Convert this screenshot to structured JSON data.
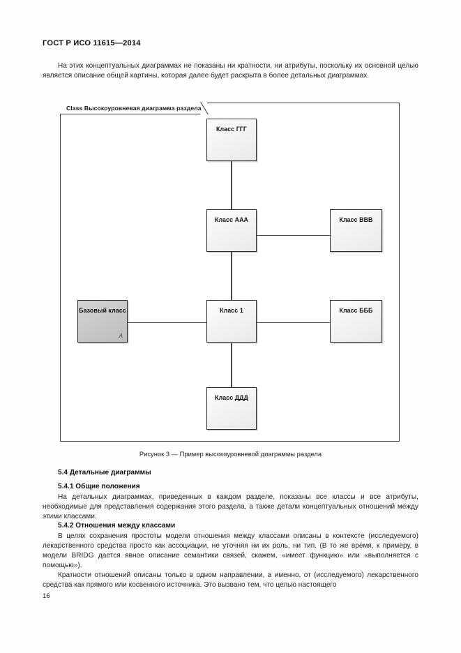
{
  "document": {
    "header": "ГОСТ Р ИСО 11615—2014",
    "page_number": "16"
  },
  "intro": {
    "paragraph": "На этих концептуальных диаграммах не показаны ни кратности, ни атрибуты, поскольку их основной целью является описание общей картины, которая далее будет раскрыта в более детальных диаграммах."
  },
  "figure": {
    "frame_kind": "Class",
    "frame_title": "Высокоуровневая диаграмма раздела",
    "frame_tab_label": "Class Высокоуровневая диаграмма раздела",
    "caption": "Рисунок 3 — Пример высокоуровневой диаграммы раздела",
    "abstract_marker": "A",
    "classes": [
      {
        "id": "ggg",
        "label": "Класс ГГГ",
        "abstract": false
      },
      {
        "id": "aaa",
        "label": "Класс ААА",
        "abstract": false
      },
      {
        "id": "vvv",
        "label": "Класс ВВВ",
        "abstract": false
      },
      {
        "id": "base",
        "label": "Базовый класс",
        "abstract": true
      },
      {
        "id": "one",
        "label": "Класс 1",
        "abstract": false
      },
      {
        "id": "bbb",
        "label": "Класс БББ",
        "abstract": false
      },
      {
        "id": "ddd",
        "label": "Класс ДДД",
        "abstract": false
      }
    ],
    "associations": [
      {
        "from": "ggg",
        "to": "aaa"
      },
      {
        "from": "aaa",
        "to": "vvv"
      },
      {
        "from": "aaa",
        "to": "one"
      },
      {
        "from": "base",
        "to": "one"
      },
      {
        "from": "one",
        "to": "bbb"
      },
      {
        "from": "one",
        "to": "ddd"
      }
    ],
    "colors": {
      "box_border": "#2b2b2b",
      "box_fill": "#f2f2f2",
      "abstract_fill": "#c9c9c9",
      "connector": "#4a4a4a",
      "frame_border": "#3a3a3a"
    }
  },
  "sections": [
    {
      "number": "5.4",
      "title": "5.4 Детальные диаграммы",
      "paragraphs": []
    },
    {
      "number": "5.4.1",
      "title": "5.4.1 Общие положения",
      "paragraphs": [
        "На детальных диаграммах, приведенных в каждом разделе, показаны все классы и все атрибуты, необходимые для представления содержания этого раздела, а также детали концептуальных отношений между этими классами."
      ]
    },
    {
      "number": "5.4.2",
      "title": "5.4.2 Отношения между классами",
      "paragraphs": [
        "В целях сохранения простоты модели отношения между классами описаны в контексте (исследуемого) лекарственного средства просто как ассоциации, не уточняя ни их роль, ни тип. (В то же время, к примеру, в модели BRIDG дается явное описание семантики связей, скажем, «имеет функцию» или «выполняется с помощью»).",
        "Кратности отношений описаны только в одном направлении, а именно, от (исследуемого) лекарственного средства как прямого или косвенного источника. Это вызвано тем, что целью настоящего"
      ]
    }
  ]
}
